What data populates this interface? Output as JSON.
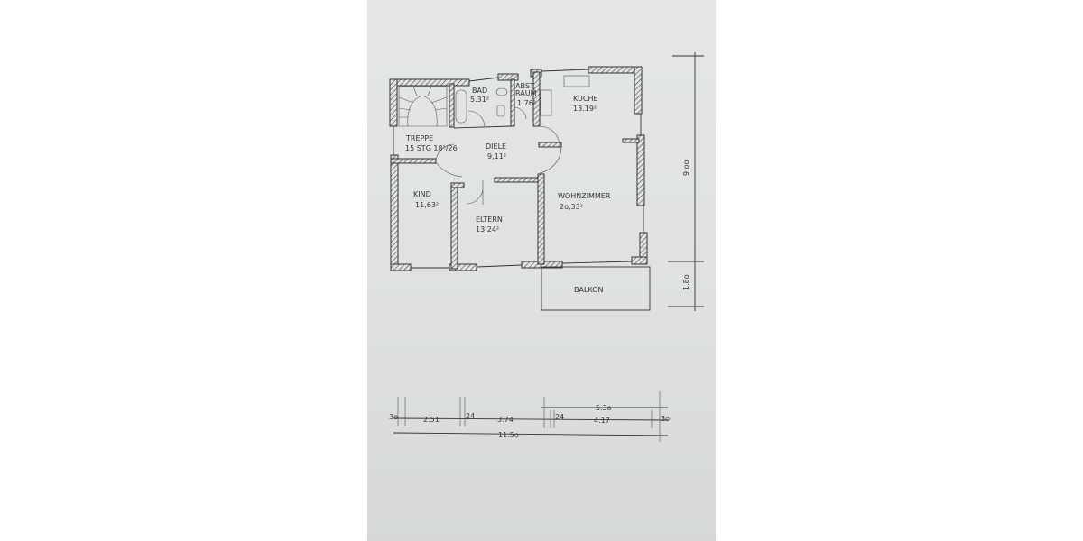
{
  "rooms": [
    {
      "name": "BAD",
      "area": "5.31²"
    },
    {
      "name": "ABST",
      "name2": "RAUM",
      "area": "1,76²"
    },
    {
      "name": "KUCHE",
      "area": "13.19²"
    },
    {
      "name": "TREPPE",
      "area": "15 STG 18³/26"
    },
    {
      "name": "DIELE",
      "area": "9,11²"
    },
    {
      "name": "KIND",
      "area": "11,63²"
    },
    {
      "name": "ELTERN",
      "area": "13,24²"
    },
    {
      "name": "WOHNZIMMER",
      "area": "2o,33²"
    },
    {
      "name": "BALKON"
    }
  ],
  "dimensions": {
    "vertical": [
      "9.oo",
      "1.8o"
    ],
    "row1": [
      "5.3o"
    ],
    "row2": [
      "3o",
      "2.51",
      "24",
      "3.74",
      "24",
      "4.17",
      "3o"
    ],
    "total": "11.5o"
  }
}
